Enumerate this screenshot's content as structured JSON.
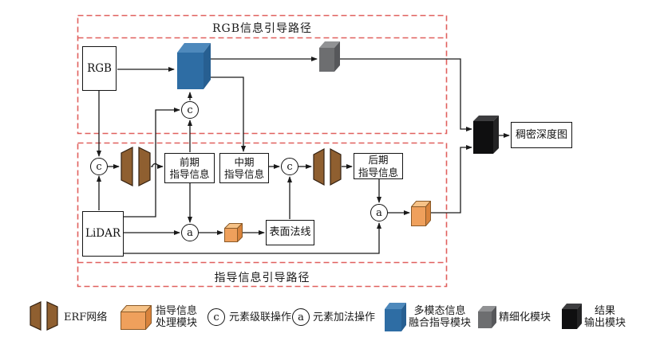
{
  "paths": {
    "rgb": {
      "title": "RGB信息引导路径"
    },
    "guidance": {
      "title": "指导信息引导路径"
    }
  },
  "nodes": {
    "rgb": "RGB",
    "lidar": "LiDAR",
    "early": {
      "line1": "前期",
      "line2": "指导信息"
    },
    "mid": {
      "line1": "中期",
      "line2": "指导信息"
    },
    "late": {
      "line1": "后期",
      "line2": "指导信息"
    },
    "surface_normal": "表面法线",
    "dense_depth_map": "稠密深度图"
  },
  "operators": {
    "concat": "c",
    "add": "a"
  },
  "legend": {
    "erf": "ERF网络",
    "guidance_module": {
      "line1": "指导信息",
      "line2": "处理模块"
    },
    "concat_op": "元素级联操作",
    "add_op": "元素加法操作",
    "fusion_module": {
      "line1": "多模态信息",
      "line2": "融合指导模块"
    },
    "refine_module": "精细化模块",
    "output_module": {
      "line1": "结果",
      "line2": "输出模块"
    }
  },
  "colors": {
    "dashed_border": "#e0605e",
    "wire": "#1a1a1a",
    "blue": {
      "front": "#2e6da4",
      "top": "#4e89bc",
      "side": "#275f91"
    },
    "gray": {
      "front": "#6d6e70",
      "top": "#919294",
      "side": "#56575a"
    },
    "black": {
      "front": "#0f0f10",
      "top": "#3d3d3f",
      "side": "#232324"
    },
    "orange": {
      "front": "#efa05c",
      "top": "#f6c287",
      "side": "#d9833c",
      "stroke": "#8a5a28"
    },
    "brown": {
      "fill": "#8f5f30",
      "stroke": "#332111"
    }
  }
}
